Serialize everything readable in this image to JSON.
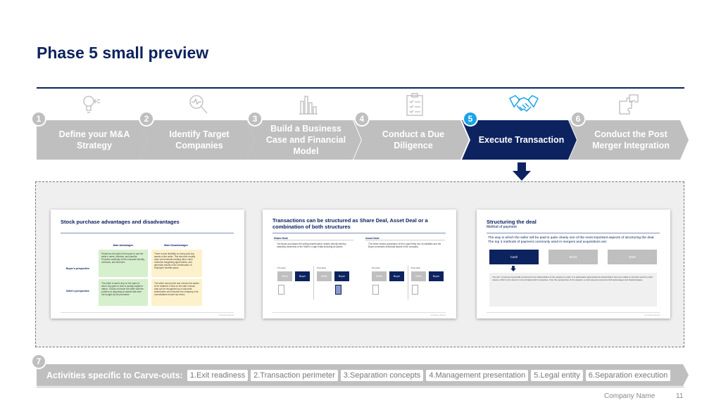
{
  "title": "Phase 5 small preview",
  "steps": [
    {
      "num": "1",
      "label": "Define your M&A Strategy",
      "icon": "lightbulb-icon"
    },
    {
      "num": "2",
      "label": "Identify Target Companies",
      "icon": "magnifier-pulse-icon"
    },
    {
      "num": "3",
      "label": "Build a Business Case and Financial Model",
      "icon": "bar-chart-icon"
    },
    {
      "num": "4",
      "label": "Conduct a Due Diligence",
      "icon": "checklist-icon"
    },
    {
      "num": "5",
      "label": "Execute Transaction",
      "icon": "handshake-icon",
      "active": true
    },
    {
      "num": "6",
      "label": "Conduct the Post Merger Integration",
      "icon": "puzzle-icon"
    }
  ],
  "previews": [
    {
      "title": "Stock purchase advantages and disadvantages",
      "col1": "Main Advantages",
      "col2": "Main Disadvantages",
      "row1": "Buyer's perspective",
      "row2": "Seller's perspective",
      "c11": "Preserves the right of the buyer to use the seller's name, licenses, and permits. Provides continuity of the corporate identity, contracts, and structure.",
      "c12": "There is less flexibility to cherry-pick key assets of the seller. This structure usually does not terminate existing labor union collective bargaining agreements, and generally results in the continuation of employee benefits plans.",
      "c21": "The seller is taxed only on the sales of stock. Any gain or loss is usually capital in nature. It does not leave the seller with the problem of disposing of assets that were not bought by the purchaser.",
      "c22": "The seller cannot pick and choose the assets to be retained. A loss on the sale of stock may not be recognized by a corporate shareholder who includes the company in its consolidated income tax return.",
      "footer": "Company Name"
    },
    {
      "title": "Transactions can be structured as Share Deal, Asset Deal or a combination of both structures",
      "share": "Share Deal",
      "share_text": "The Buyer purchases the selling shareholders' shares directly thereby obtaining ownership in the Seller's Legal Entity including all assets",
      "asset": "Asset Deal",
      "asset_text": "The Seller retains possession of the Legal Entity incl. its liabilities and the Buyer purchases individual assets of the company",
      "pre": "Pre-deal",
      "post": "Post-deal",
      "seller": "Seller",
      "buyer": "Buyer",
      "footer": "Company Name"
    },
    {
      "title": "Structuring the deal",
      "subtitle": "Method of payment",
      "intro": "The way in which the seller will be paid is quite clearly one of the most important aspects of structuring the deal. The top 3 methods of payment commonly used in mergers and acquisitions are:",
      "cash": "Cash",
      "stock": "Stock",
      "debt": "Debt",
      "body": "The form of payment generally preferred by the shareholders of the acquiree is cash. It is particularly appreciated by shareholders who are unable to sell their stock by other means, which is the case for most privately-held companies. From the perspective of the acquirer, a cash payment presents both advantages and disadvantages.",
      "footer": "Company Name"
    }
  ],
  "carve": {
    "num": "7",
    "label": "Activities specific to Carve-outs:",
    "items": [
      "1.Exit readiness",
      "2.Transaction perimeter",
      "3.Separation concepts",
      "4.Management presentation",
      "5.Legal entity",
      "6.Separation execution"
    ]
  },
  "footer": {
    "company": "Company Name",
    "page": "11"
  },
  "colors": {
    "navy": "#0d2360",
    "grey": "#bfbfbf",
    "accent": "#1aa3e8"
  }
}
